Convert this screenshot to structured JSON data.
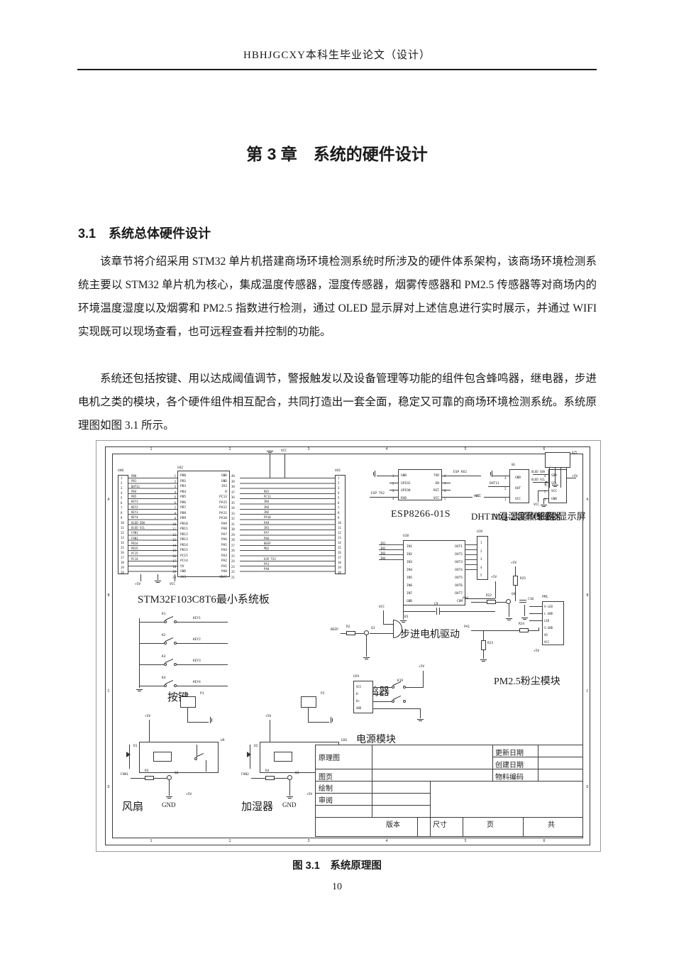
{
  "page": {
    "header": "HBHJGCXY本科生毕业论文（设计）",
    "chapter_title": "第 3 章　系统的硬件设计",
    "section_heading": "3.1　系统总体硬件设计",
    "paragraph1": "该章节将介绍采用 STM32 单片机搭建商场环境检测系统时所涉及的硬件体系架构，该商场环境检测系统主要以 STM32 单片机为核心，集成温度传感器，湿度传感器，烟雾传感器和 PM2.5 传感器等对商场内的环境温度湿度以及烟雾和 PM2.5 指数进行检测，通过 OLED 显示屏对上述信息进行实时展示，并通过 WIFI 实现既可以现场查看，也可远程查看并控制的功能。",
    "paragraph2": "系统还包括按键、用以达成阈值调节，警报触发以及设备管理等功能的组件包含蜂鸣器，继电器，步进电机之类的模块，各个硬件组件相互配合，共同打造出一套全面，稳定又可靠的商场环境检测系统。系统原理图如图 3.1 所示。",
    "figure_caption": "图 3.1　系统原理图",
    "page_number": "10"
  },
  "schematic": {
    "frame": {
      "columns": [
        "1",
        "2",
        "3",
        "4",
        "5",
        "6"
      ],
      "rows": [
        "A",
        "B",
        "C",
        "D"
      ]
    },
    "stm32": {
      "label": "STM32F103C8T6最小系统板",
      "ref_left": "U40",
      "ref_mid": "U42",
      "ref_right": "U41",
      "pin_numbers": [
        "1",
        "2",
        "3",
        "4",
        "5",
        "6",
        "7",
        "8",
        "9",
        "10",
        "11",
        "12",
        "13",
        "14",
        "15",
        "16",
        "17",
        "18",
        "19",
        "20"
      ],
      "left_pins": [
        "PB0",
        "PB1",
        "PB3",
        "PB4",
        "PB5",
        "PB6",
        "PB7",
        "PB8",
        "PB9",
        "PB10",
        "PB11",
        "PB12",
        "PB13",
        "PB14",
        "PB15",
        "PC15",
        "PC14",
        "5V",
        "GND",
        "3V3"
      ],
      "right_pins": [
        "GND",
        "GND",
        "3V3",
        "R",
        "PC13",
        "PA15",
        "PA12",
        "PA11",
        "PA10",
        "PA9",
        "PA8",
        "PA7",
        "PA6",
        "PA5",
        "PA4",
        "PA3",
        "PA2",
        "PA1",
        "PA0",
        "VBAT"
      ],
      "right_pin_numbers": [
        "40",
        "39",
        "38",
        "37",
        "36",
        "35",
        "34",
        "33",
        "32",
        "31",
        "30",
        "29",
        "28",
        "27",
        "26",
        "25",
        "24",
        "23",
        "22",
        "21"
      ],
      "left_wire_labels": [
        "PB0",
        "PB1",
        "DHT11",
        "PB4",
        "PB5",
        "KEY1",
        "KEY2",
        "KEY3",
        "KEY4",
        "OLED SDA",
        "OLED SCL",
        "FAN1",
        "FAN2",
        "PB14",
        "PB15",
        "PC15",
        "PC14",
        "",
        "",
        ""
      ],
      "right_wire_labels": [
        "",
        "",
        "",
        "RES",
        "PC13",
        "IN4",
        "IN3",
        "IN2",
        "PA10",
        "PA9",
        "IN1",
        "PA7",
        "PA6",
        "BEEP",
        "MQ2",
        "",
        "ESP TX2",
        "PA1",
        "PA0",
        ""
      ],
      "top_vcc": "VCC",
      "bottom_power": [
        "+5V",
        "GND",
        "VCC"
      ]
    },
    "esp8266": {
      "label": "ESP8266-01S",
      "pins_left": [
        "GND",
        "GPIO2",
        "GPIO0",
        "RXD"
      ],
      "pins_right": [
        "TXD",
        "EN",
        "RST",
        "VCC"
      ],
      "pin_numbers_left": [
        "1",
        "2",
        "3",
        "4"
      ],
      "pin_numbers_right": [
        "8",
        "7",
        "6",
        "5"
      ],
      "wire_tx": "ESP TX2",
      "wire_rx": "ESP RX2",
      "wire_vcc": "VCC"
    },
    "dht11": {
      "label": "DHT11温湿度传感器",
      "ref": "U6",
      "pins": [
        "GND",
        "OUT",
        "VCC"
      ],
      "pin_numbers": [
        "3",
        "2",
        "1"
      ],
      "wire_signal": "DHT11",
      "wire_vcc": "VCC"
    },
    "oled": {
      "label": "OLED显示屏",
      "ref": "U5",
      "pins": [
        "SDA",
        "SCL",
        "VCC",
        "GND"
      ],
      "pin_numbers": [
        "4",
        "3",
        "2",
        "1"
      ],
      "wire_sda": "OLED SDA",
      "wire_scl": "OLED SCL",
      "wire_vcc": "VCC"
    },
    "mq2": {
      "label": "MQ-2烟雾传感器",
      "ref": "U25",
      "wire_signal": "MQ2",
      "wire_power": "+5V"
    },
    "stepper": {
      "label": "步进电机驱动",
      "ref": "U18",
      "conn_ref": "U19",
      "in_labels": [
        "IN1",
        "IN2",
        "IN3",
        "IN4"
      ],
      "left_pins": [
        "IN1",
        "IN2",
        "IN3",
        "IN4",
        "IN5",
        "IN6",
        "IN7",
        "GND"
      ],
      "right_pins": [
        "OUT1",
        "OUT2",
        "OUT3",
        "OUT4",
        "OUT5",
        "OUT6",
        "OUT7",
        "COM"
      ],
      "conn_numbers": [
        "1",
        "2",
        "3",
        "4",
        "5"
      ],
      "cap": "C9",
      "power": "+5V"
    },
    "keys": {
      "label": "按键",
      "switches": [
        "K1",
        "K2",
        "K3",
        "K4"
      ],
      "nets": [
        "KEY1",
        "KEY2",
        "KEY3",
        "KEY4"
      ]
    },
    "buzzer": {
      "label": "蜂鸣器",
      "ref": "B1",
      "net": "BEEP",
      "resistor": "R2",
      "transistor": "Q1",
      "vcc": "VCC"
    },
    "pm25": {
      "label": "PM2.5粉尘模块",
      "conn_ref": "PM1",
      "pins": [
        "V-LED",
        "L-GND",
        "LED",
        "S-GND",
        "VO",
        "VCC"
      ],
      "r25": "R25",
      "r22": "R22",
      "r24": "R24",
      "r23": "R23",
      "cap": "C10",
      "transistor": "Q4",
      "net_a": "PA0",
      "net_b": "PA1",
      "power": "+5V"
    },
    "power_module": {
      "label": "电源模块",
      "ref": "U29",
      "pins": [
        "VCC",
        "D-",
        "D+",
        "GND"
      ],
      "switch": "K19",
      "power": "+5V"
    },
    "fan": {
      "label": "风扇",
      "conn": "P1",
      "diode": "D1",
      "relay": "U9",
      "resistor": "R3",
      "transistor": "Q2",
      "net": "FAN1",
      "gnd": "GND",
      "power": "+5V"
    },
    "humidifier": {
      "label": "加湿器",
      "conn": "P2",
      "diode": "D2",
      "relay": "U26",
      "resistor": "R4",
      "transistor": "Q3",
      "net": "FAN2",
      "gnd": "GND",
      "power": "+5V"
    },
    "titleblock": {
      "row1": "原理图",
      "row2": "图页",
      "row3": "绘制",
      "row4": "审阅",
      "right1": "更新日期",
      "right2": "创建日期",
      "right3": "物料编码",
      "b1": "版本",
      "b2": "尺寸",
      "b3": "页",
      "b4": "共"
    }
  }
}
